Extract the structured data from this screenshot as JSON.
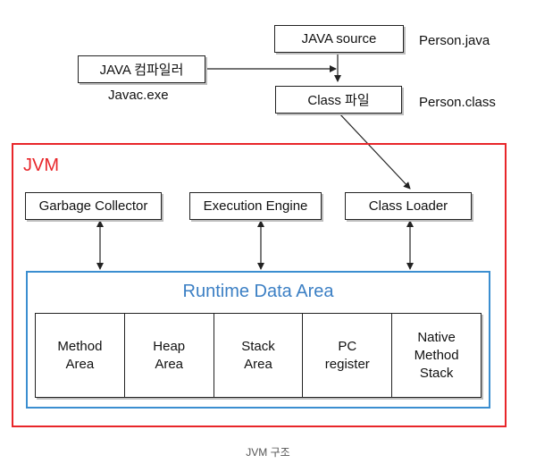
{
  "top": {
    "java_source": "JAVA source",
    "person_java": "Person.java",
    "compiler": "JAVA 컴파일러",
    "javac": "Javac.exe",
    "class_file": "Class 파일",
    "person_class": "Person.class"
  },
  "jvm": {
    "title": "JVM",
    "garbage_collector": "Garbage Collector",
    "execution_engine": "Execution Engine",
    "class_loader": "Class Loader"
  },
  "runtime_data_area": {
    "title": "Runtime Data Area",
    "cells": [
      "Method\nArea",
      "Heap\nArea",
      "Stack\nArea",
      "PC\nregister",
      "Native\nMethod\nStack"
    ]
  },
  "caption": "JVM 구조",
  "colors": {
    "jvm_border": "#e8262a",
    "runtime_border": "#3b8ed0",
    "runtime_title": "#3b7fc4"
  }
}
